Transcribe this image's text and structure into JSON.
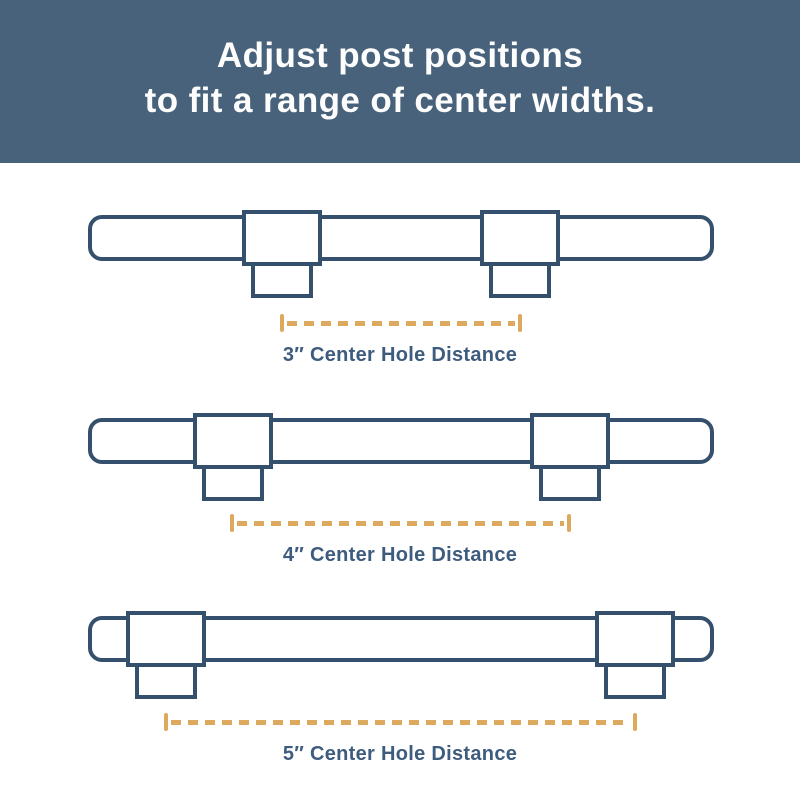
{
  "header": {
    "title_line1": "Adjust post positions",
    "title_line2": "to fit a range of center widths."
  },
  "colors": {
    "header_bg": "#47627A",
    "title_text": "#FDFDFD",
    "outline": "#35506D",
    "dimension": "#DDA95F",
    "label_text": "#3E5C7E",
    "background": "#FFFFFF"
  },
  "diagrams": [
    {
      "distance_inches": 3,
      "label": "3″ Center Hole Distance"
    },
    {
      "distance_inches": 4,
      "label": "4″ Center Hole Distance"
    },
    {
      "distance_inches": 5,
      "label": "5″ Center Hole Distance"
    }
  ]
}
